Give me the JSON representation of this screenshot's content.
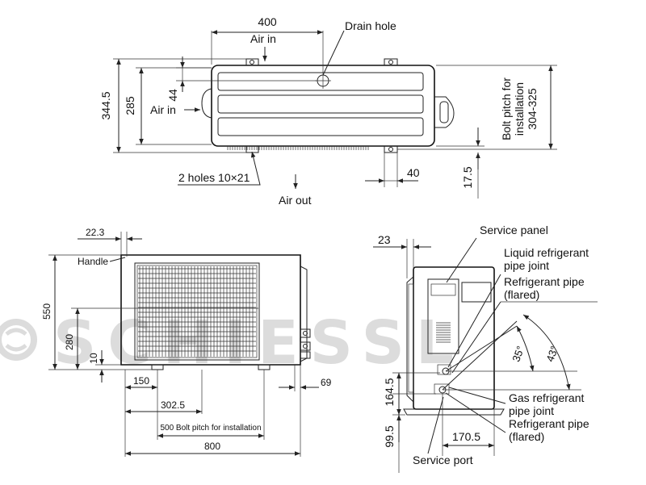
{
  "colors": {
    "line": "#222222",
    "watermark": "#dcdcdc",
    "background": "#ffffff"
  },
  "watermark": {
    "text": "SCHIESSL"
  },
  "top_view": {
    "dim_width": "400",
    "dim_height_total": "344.5",
    "dim_height_inner": "285",
    "dim_offset": "44",
    "dim_foot": "40",
    "dim_side": "17.5",
    "air_in_top": "Air in",
    "air_in_left": "Air in",
    "drain_hole": "Drain hole",
    "holes": "2 holes 10×21",
    "air_out": "Air out",
    "bolt_pitch_line1": "Bolt pitch for",
    "bolt_pitch_line2": "installation",
    "bolt_pitch_line3": "304-325"
  },
  "front_view": {
    "dim_22_3": "22.3",
    "handle": "Handle",
    "dim_550": "550",
    "dim_280": "280",
    "dim_10": "10",
    "dim_150": "150",
    "dim_69": "69",
    "dim_302_5": "302.5",
    "bolt_pitch": "500 Bolt pitch for installation",
    "dim_800": "800"
  },
  "side_view": {
    "dim_23": "23",
    "service_panel": "Service panel",
    "liquid_joint_1": "Liquid refrigerant",
    "liquid_joint_2": "pipe joint",
    "refrig_pipe_1": "Refrigerant pipe",
    "refrig_pipe_2": "(flared)",
    "angle_35": "35°",
    "angle_43": "43°",
    "dim_164_5": "164.5",
    "dim_99_5": "99.5",
    "gas_joint_1": "Gas refrigerant",
    "gas_joint_2": "pipe joint",
    "refrig_pipe_b1": "Refrigerant pipe",
    "refrig_pipe_b2": "(flared)",
    "dim_170_5": "170.5",
    "service_port": "Service port"
  }
}
